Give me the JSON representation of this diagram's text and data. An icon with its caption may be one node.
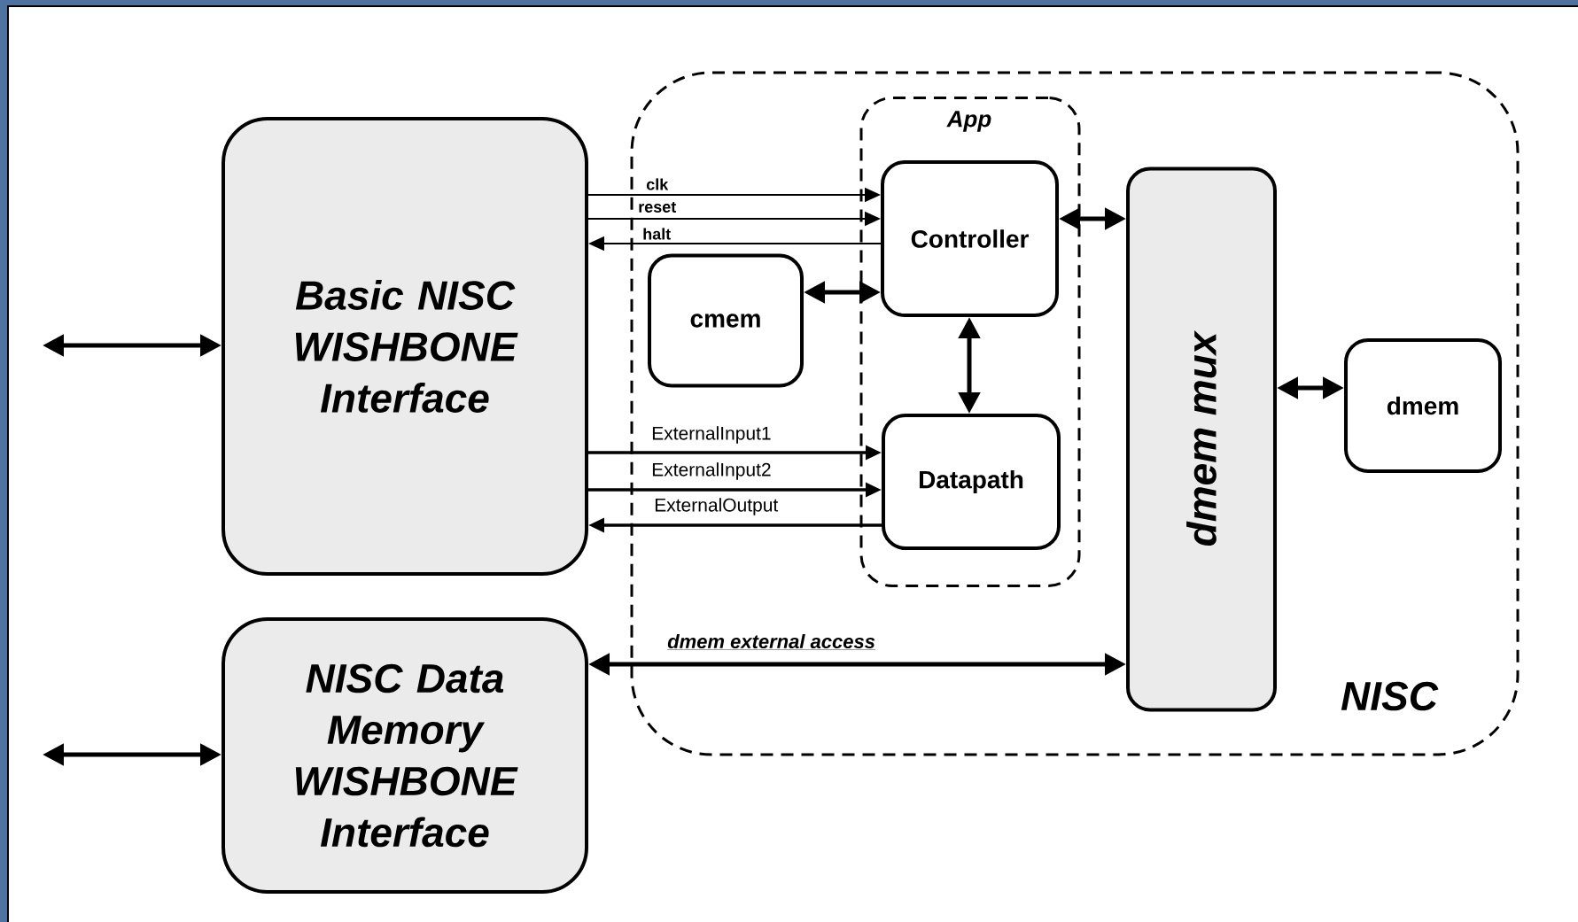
{
  "diagram": {
    "nodes": [
      {
        "text": [
          "Basic NISC WISHBONE Interface"
        ]
      },
      {
        "text": [
          "NISC Data Memory WISHBONE Interface"
        ]
      },
      {
        "text": [
          "NISC"
        ]
      },
      {
        "text": [
          "App"
        ],
        "in": 2
      },
      {
        "text": [
          "Controller"
        ],
        "in": 3
      },
      {
        "text": [
          "Datapath"
        ],
        "in": 3
      },
      {
        "text": [
          "cmem"
        ],
        "in": 2
      },
      {
        "text": [
          "dmem mux"
        ],
        "in": 2
      },
      {
        "text": [
          "dmem"
        ],
        "in": 2
      }
    ],
    "edges": [
      {
        "from": null,
        "to": 0,
        "arrow": "both"
      },
      {
        "from": null,
        "to": 1,
        "arrow": "both"
      },
      {
        "from": 0,
        "to": 4,
        "arrow": "to",
        "label": "clk"
      },
      {
        "from": 0,
        "to": 4,
        "arrow": "to",
        "label": "reset"
      },
      {
        "from": 4,
        "to": 0,
        "arrow": "to",
        "label": "halt"
      },
      {
        "from": 6,
        "to": 4,
        "arrow": "both"
      },
      {
        "from": 4,
        "to": 7,
        "arrow": "both"
      },
      {
        "from": 4,
        "to": 5,
        "arrow": "both"
      },
      {
        "from": 0,
        "to": 5,
        "arrow": "to",
        "label": "ExternalInput1"
      },
      {
        "from": 0,
        "to": 5,
        "arrow": "to",
        "label": "ExternalInput2"
      },
      {
        "from": 5,
        "to": 0,
        "arrow": "to",
        "label": "ExternalOutput"
      },
      {
        "from": 1,
        "to": 7,
        "arrow": "both",
        "label": "dmem external access"
      },
      {
        "from": 7,
        "to": 8,
        "arrow": "both"
      }
    ]
  }
}
